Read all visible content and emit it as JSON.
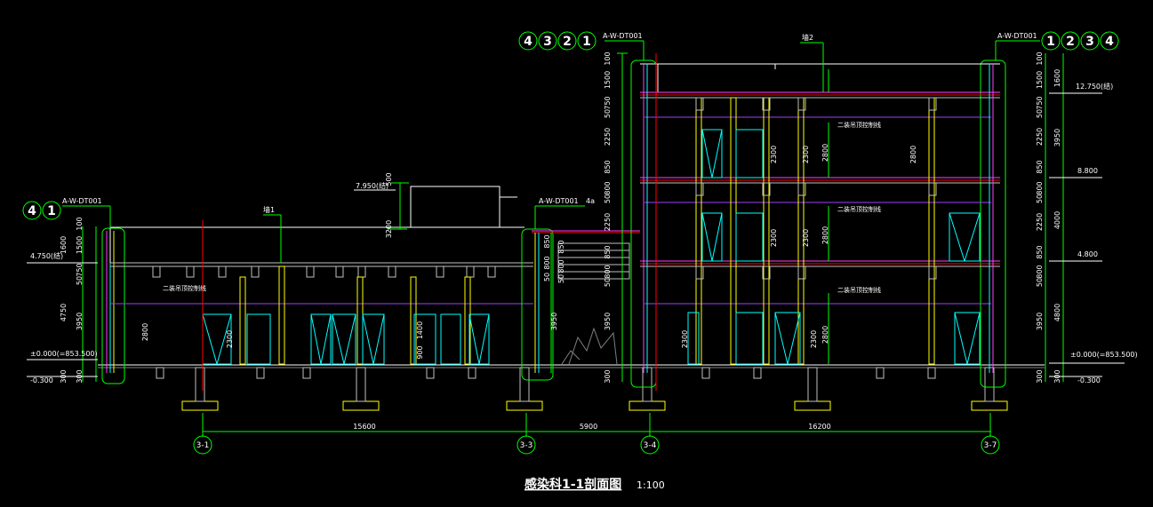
{
  "title": {
    "main": "感染科1-1剖面图",
    "scale": "1:100"
  },
  "grid_axes": [
    {
      "id": "axis-3-1",
      "label": "3-1"
    },
    {
      "id": "axis-3-3",
      "label": "3-3"
    },
    {
      "id": "axis-3-4",
      "label": "3-4"
    },
    {
      "id": "axis-3-7",
      "label": "3-7"
    }
  ],
  "bay_spans": [
    "15600",
    "5900",
    "16200"
  ],
  "detail_tags": {
    "top_left": [
      "4",
      "3",
      "2",
      "1"
    ],
    "top_right": [
      "1",
      "2",
      "3",
      "4"
    ],
    "left": [
      "4",
      "1"
    ],
    "ref_codes": [
      "A-W-DT001",
      "A-W-DT001",
      "A-W-DT001",
      "A-W-DT001"
    ]
  },
  "levels": {
    "roof_right": "12.750(结)",
    "level_3": "8.800",
    "level_2": "4.800",
    "ground_right": "±0.000(=853.500)",
    "outdoor_right": "-0.300",
    "roof_left": "4.750(结)",
    "ground_left": "±0.000(=853.500)",
    "outdoor_left": "-0.300",
    "top_mid": "7.950(结)"
  },
  "dims_right": [
    "100",
    "1500",
    "750",
    "50",
    "2250",
    "850",
    "800",
    "50",
    "2250",
    "850",
    "800",
    "50",
    "3950",
    "300"
  ],
  "dims_right_total": [
    "1600",
    "3950",
    "4000",
    "4800",
    "300"
  ],
  "dims_mid": [
    "100",
    "1500",
    "750",
    "50",
    "2250",
    "850",
    "800",
    "50",
    "2250",
    "850",
    "800",
    "50",
    "3950",
    "300"
  ],
  "dims_left": [
    "100",
    "1500",
    "750",
    "50",
    "3950",
    "300"
  ],
  "dims_left_total": [
    "1600",
    "4750",
    "300"
  ],
  "dims_tall_mid": [
    "500",
    "3200"
  ],
  "ceiling_notes": [
    "二装吊顶控制线",
    "二装吊顶控制线",
    "二装吊顶控制线",
    "二装吊顶控制线"
  ],
  "door_heights": [
    "2800",
    "2300",
    "2300",
    "2800",
    "2300",
    "2800",
    "2300",
    "2300",
    "2800",
    "2300",
    "2300",
    "2800",
    "1400",
    "900"
  ],
  "labels": {
    "parapet_mid": "墙1",
    "parapet_right": "墙2",
    "stair_note": "A-W-DT001",
    "stair_tag": "4a"
  }
}
